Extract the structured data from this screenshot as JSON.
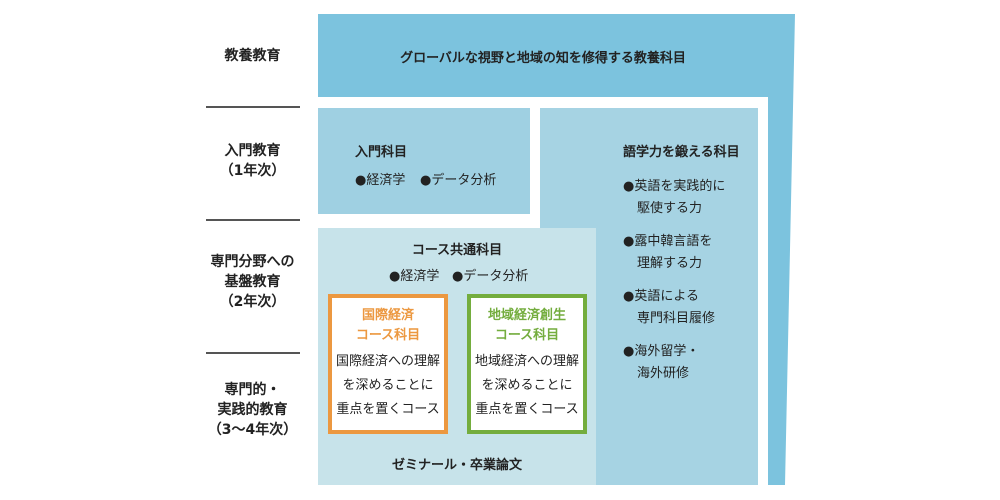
{
  "stages": [
    {
      "lines": [
        "教養教育"
      ]
    },
    {
      "lines": [
        "入門教育",
        "（1年次）"
      ]
    },
    {
      "lines": [
        "専門分野への",
        "基盤教育",
        "（2年次）"
      ]
    },
    {
      "lines": [
        "専門的・",
        "実践的教育",
        "（3〜4年次）"
      ]
    }
  ],
  "liberal_arts": {
    "text": "グローバルな視野と地域の知を修得する教養科目"
  },
  "intro": {
    "title": "入門科目",
    "items": [
      "●経済学",
      "●データ分析"
    ]
  },
  "language": {
    "title": "語学力を鍛える科目",
    "items": [
      [
        "●英語を実践的に",
        "駆使する力"
      ],
      [
        "●露中韓言語を",
        "理解する力"
      ],
      [
        "●英語による",
        "専門科目履修"
      ],
      [
        "●海外留学・",
        "海外研修"
      ]
    ]
  },
  "common": {
    "title": "コース共通科目",
    "items": [
      "●経済学",
      "●データ分析"
    ]
  },
  "courses": [
    {
      "title": [
        "国際経済",
        "コース科目"
      ],
      "desc": [
        "国際経済への理解",
        "を深めることに",
        "重点を置くコース"
      ]
    },
    {
      "title": [
        "地域経済創生",
        "コース科目"
      ],
      "desc": [
        "地域経済への理解",
        "を深めることに",
        "重点を置くコース"
      ]
    }
  ],
  "seminar": {
    "text": "ゼミナール・卒業論文"
  },
  "colors": {
    "liberal": "#7cc3de",
    "intro": "#9fd0e2",
    "language": "#a6d3e3",
    "common": "#c7e3ea",
    "international": "#ec9840",
    "regional": "#74ad3e"
  }
}
